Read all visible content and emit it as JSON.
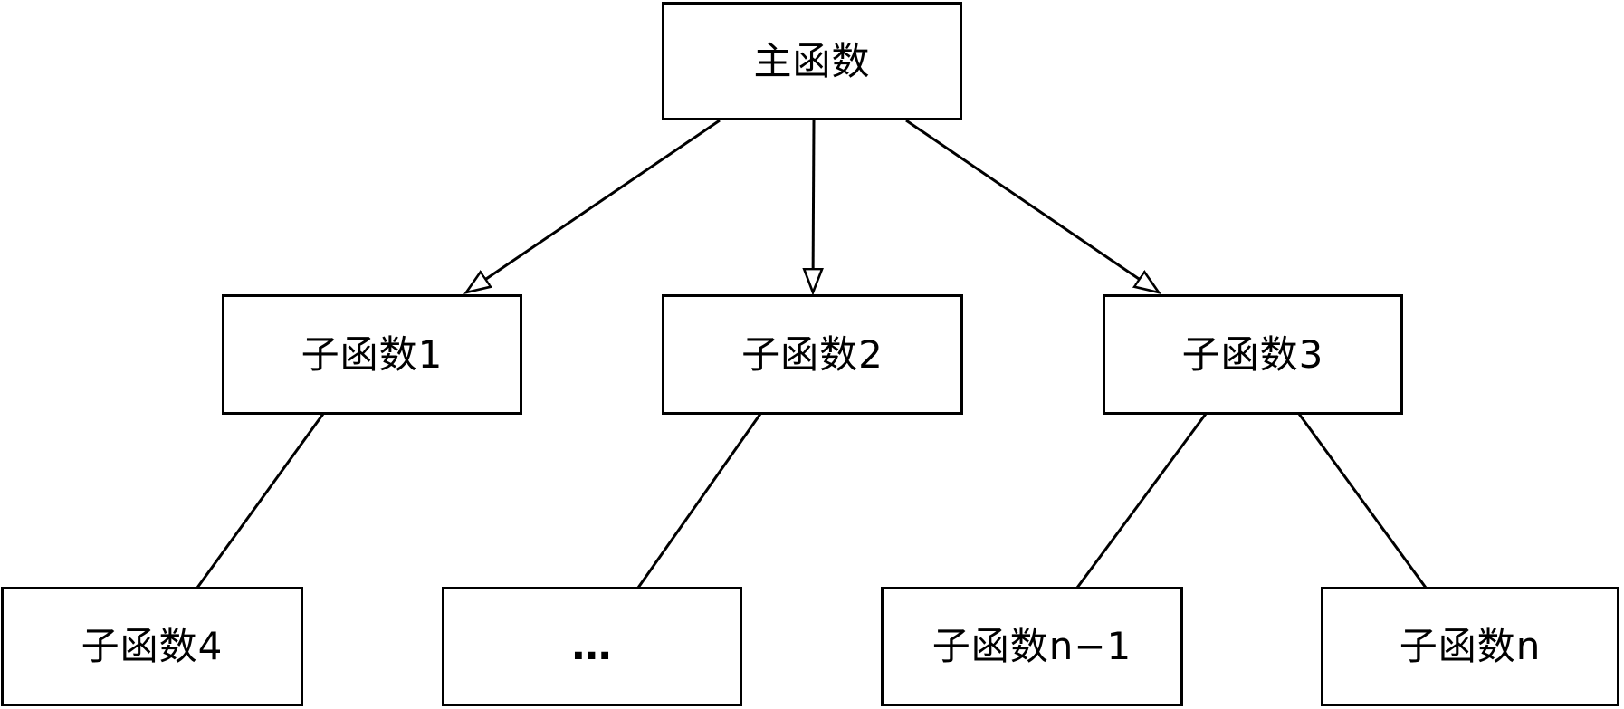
{
  "diagram": {
    "type": "function-call-tree",
    "background_color": "#ffffff",
    "stroke_color": "#000000",
    "box_fill_color": "#ffffff",
    "nodes": {
      "main": {
        "label": "主函数",
        "level": 0
      },
      "sub1": {
        "label": "子函数1",
        "level": 1
      },
      "sub2": {
        "label": "子函数2",
        "level": 1
      },
      "sub3": {
        "label": "子函数3",
        "level": 1
      },
      "sub4": {
        "label": "子函数4",
        "level": 2
      },
      "ellipsis": {
        "label": "…",
        "level": 2
      },
      "subn1": {
        "label": "子函数n−1",
        "level": 2
      },
      "subn": {
        "label": "子函数n",
        "level": 2
      }
    },
    "edges": [
      {
        "from": "main",
        "to": "sub1",
        "arrowhead": "open-triangle"
      },
      {
        "from": "main",
        "to": "sub2",
        "arrowhead": "open-triangle"
      },
      {
        "from": "main",
        "to": "sub3",
        "arrowhead": "open-triangle"
      },
      {
        "from": "sub1",
        "to": "sub4",
        "arrowhead": "none"
      },
      {
        "from": "sub2",
        "to": "ellipsis",
        "arrowhead": "none"
      },
      {
        "from": "sub3",
        "to": "subn1",
        "arrowhead": "none"
      },
      {
        "from": "sub3",
        "to": "subn",
        "arrowhead": "none"
      }
    ]
  }
}
